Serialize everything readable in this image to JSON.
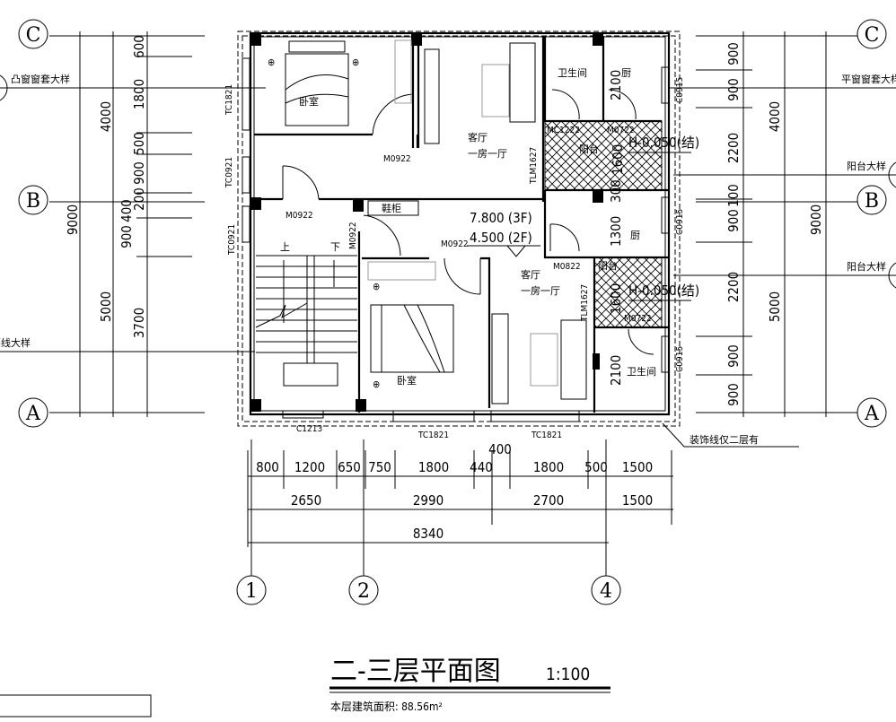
{
  "title": {
    "main": "二-三层平面图",
    "scale": "1:100",
    "area": "本层建筑面积: 88.56m²"
  },
  "axes": {
    "C": "C",
    "B": "B",
    "A": "A",
    "one": "1",
    "two": "2",
    "four": "4"
  },
  "notes": {
    "left_top": "凸窗窗套大样",
    "left_bottom": "腰线大样",
    "right_top": "平窗窗套大样",
    "right_balcony": "阳台大样",
    "decor": "装饰线仅二层有"
  },
  "rooms": {
    "bedroom": "卧室",
    "living": "客厅",
    "living_sub": "一房一厅",
    "bath": "卫生间",
    "kitchen": "厨",
    "balcony": "阳台",
    "shoe": "鞋柜",
    "up": "上",
    "down": "下"
  },
  "doors": {
    "m0922": "M0922",
    "m0822": "M0822",
    "m0722": "M0722",
    "mc1222": "MC1222",
    "tlm1627": "TLM1627"
  },
  "windows": {
    "tc1821": "TC1821",
    "tc0921": "TC0921",
    "c0915": "C0915",
    "c1213": "C1213"
  },
  "levels": {
    "l3": "7.800 (3F)",
    "l2": "4.500 (2F)",
    "h": "H-0.050(结)"
  },
  "dims": {
    "left_outer": [
      "9000"
    ],
    "left_mid": [
      "4000",
      "5000"
    ],
    "left_inner": [
      "600",
      "1800",
      "500",
      "900",
      "200",
      "400",
      "900",
      "3700"
    ],
    "right_inner": [
      "900",
      "900",
      "2200",
      "100",
      "900",
      "2200",
      "900",
      "900"
    ],
    "right_mid": [
      "4000",
      "5000"
    ],
    "right_outer": [
      "9000"
    ],
    "bottom_1": [
      "800",
      "1200",
      "650",
      "750",
      "1800",
      "440",
      "400",
      "1800",
      "500",
      "1500"
    ],
    "bottom_2": [
      "2650",
      "2990",
      "2700",
      "1500"
    ],
    "bottom_3": [
      "8340"
    ],
    "rooms": [
      "2100",
      "1600",
      "300",
      "1300",
      "1600",
      "2100"
    ]
  }
}
